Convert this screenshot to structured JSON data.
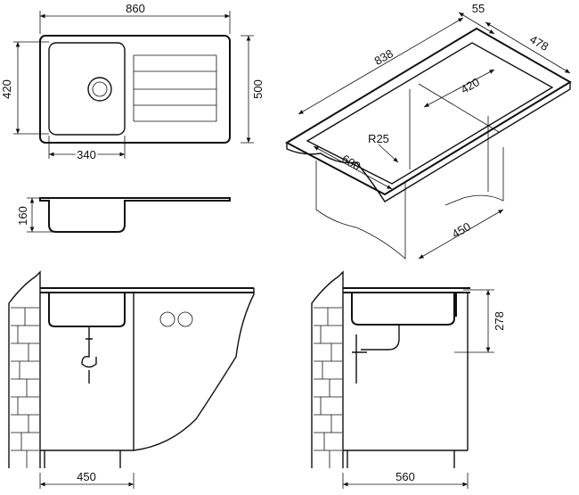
{
  "plan_view": {
    "width_label": "860",
    "bowl_height_label": "420",
    "depth_label": "500",
    "bowl_width_label": "340"
  },
  "side_view": {
    "bowl_depth_label": "160"
  },
  "iso_view": {
    "rim_label": "55",
    "depth_label": "478",
    "length_label": "838",
    "bowl_label": "420",
    "radius_label": "R25",
    "cutout_label": "600",
    "cabinet_label": "450"
  },
  "front_view": {
    "cabinet_width_label": "450"
  },
  "section_view": {
    "height_label": "278",
    "cabinet_depth_label": "560"
  }
}
